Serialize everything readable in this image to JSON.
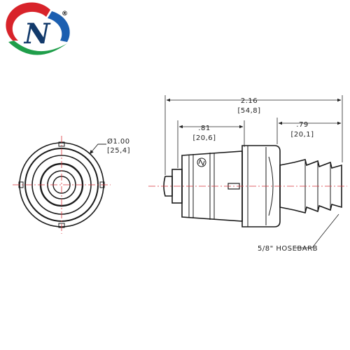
{
  "logo": {
    "registered_mark": "®",
    "colors": {
      "red": "#d8232a",
      "green": "#1f9e4a",
      "blue": "#1c5fb0"
    }
  },
  "end_view": {
    "diameter_in": "Ø1.00",
    "diameter_mm": "[25,4]"
  },
  "side_view": {
    "overall_length_in": "2.16",
    "overall_length_mm": "[54,8]",
    "body_length_in": ".81",
    "body_length_mm": "[20,6]",
    "barb_length_in": ".79",
    "barb_length_mm": "[20,1]",
    "hose_callout": "5/8\" HOSEBARB"
  },
  "colors": {
    "outline": "#1a1a1a",
    "centerline": "#d9343b",
    "dimension": "#222222"
  }
}
